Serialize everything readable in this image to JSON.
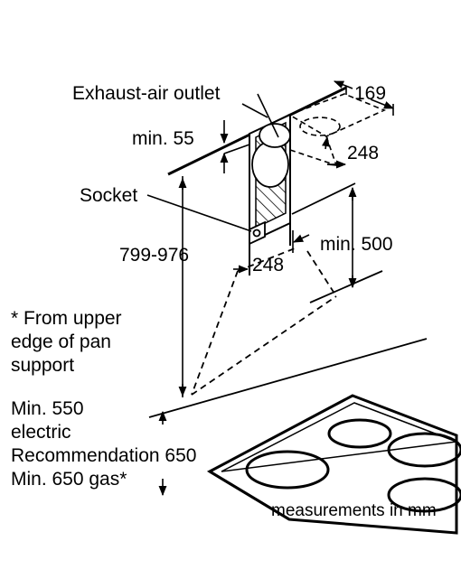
{
  "labels": {
    "exhaust_outlet": "Exhaust-air outlet",
    "dim_169": "169",
    "dim_248_top": "248",
    "min_55": "min. 55",
    "socket": "Socket",
    "dim_799_976": "799-976",
    "dim_248_bottom": "248",
    "min_500": "min. 500",
    "note_from_upper": [
      "* From upper",
      "edge of pan",
      "support"
    ],
    "min_clearance": [
      "Min. 550",
      "electric",
      "Recommendation 650",
      "Min. 650 gas*"
    ],
    "units": "measurements in mm"
  },
  "colors": {
    "line": "#000000",
    "background": "#ffffff"
  }
}
